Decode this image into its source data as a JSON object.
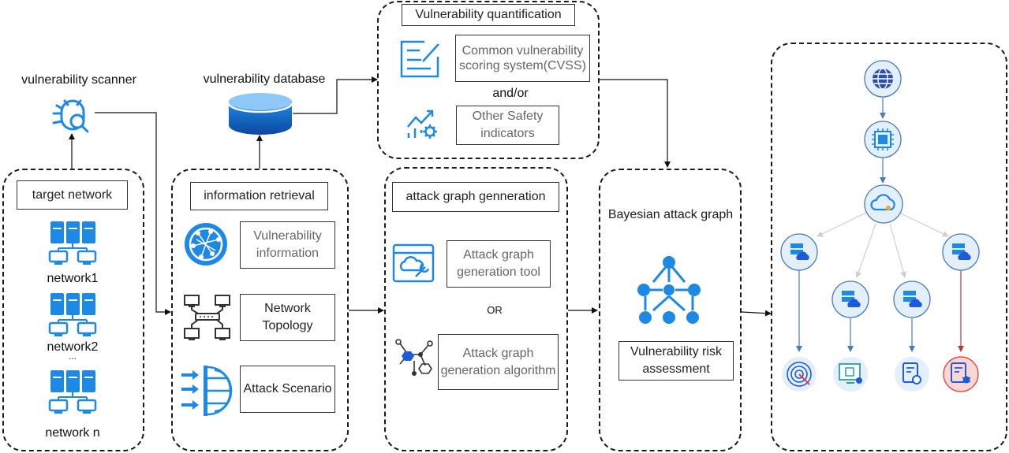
{
  "scanner": {
    "label": "vulnerability scanner"
  },
  "database": {
    "label": "vulnerability database"
  },
  "target_network": {
    "title": "target network",
    "networks": [
      "network1",
      "network2",
      "network n"
    ],
    "ellipsis": "..."
  },
  "info_retrieval": {
    "title": "information retrieval",
    "items": [
      "Vulnerability information",
      "Network Topology",
      "Attack Scenario"
    ]
  },
  "quantification": {
    "title": "Vulnerability quantification",
    "cvss": "Common vulnerability scoring system(CVSS)",
    "andor": "and/or",
    "other": "Other Safety indicators"
  },
  "attack_graph_gen": {
    "title": "attack graph genneration",
    "tool": "Attack graph generation tool",
    "or": "OR",
    "algorithm": "Attack graph generation algorithm"
  },
  "bayesian": {
    "title": "Bayesian attack graph",
    "risk": "Vulnerability risk assessment"
  },
  "colors": {
    "accent": "#1e88e5",
    "node_fill": "#e3f0fb",
    "danger": "#e53935"
  }
}
